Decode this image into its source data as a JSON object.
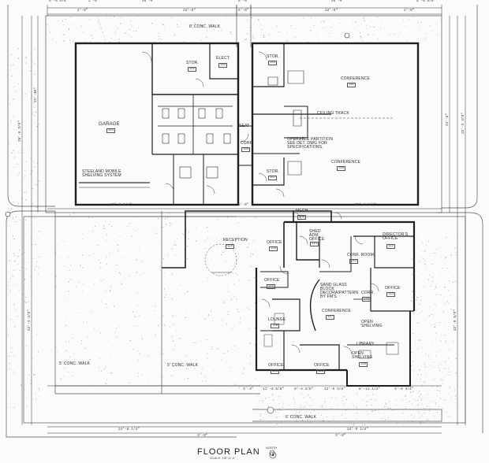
{
  "title": "FLOOR PLAN",
  "scale": "SCALE: 1/8\"=1'-0\"",
  "north": "NORTH",
  "rooms": {
    "garage": "GARAGE",
    "storage_top": "STOR.",
    "elect": "ELECT.",
    "storage_right": "STOR.",
    "storage_mid": "STOR.",
    "conference_top": "CONFERENCE",
    "conference_mid": "CONFERENCE",
    "conference_lower": "CONFERENCE",
    "ceiling_track": "CEILING TRACK",
    "partition_note": "OPERABLE PARTITION SEE DET. DWG FOR SPECIFICATIONS.",
    "corr_top": "CORR.",
    "seat": "SEAT",
    "shelving": "STEELAND MOBILE SHELVING SYSTEM",
    "mech": "MECH.",
    "reception": "RECEPTION",
    "shed": "SHED ADM OFFICE",
    "directors_office": "DIRECTOR'S OFFICE",
    "conf_room_small": "CONF. ROOM",
    "office_a": "OFFICE",
    "office_b": "OFFICE",
    "office_c": "OFFICE",
    "office_d": "OFFICE",
    "office_e": "OFFICE",
    "corr_right": "CORR.",
    "glass_note": "SAND GLASS BLOCK DECORA/PATTERN BY FM'S",
    "lounge": "LOUNGE",
    "open_shelving": "OPEN SHELVING",
    "library": "LIBRARY",
    "library_open": "OPEN SHELVING",
    "walk_top": "8' CONC. WALK",
    "walk_left": "5' CONC. WALK",
    "walk_mid": "5' CONC. WALK",
    "walk_bottom": "5' CONC. WALK"
  },
  "room_numbers": [
    "101",
    "102",
    "103",
    "104",
    "105",
    "106",
    "107",
    "108",
    "109",
    "110",
    "111",
    "112",
    "113",
    "114",
    "115",
    "116",
    "117",
    "118",
    "119",
    "120",
    "121",
    "122"
  ],
  "dimensions": {
    "top_a": "8'-6 5/8\"",
    "top_b": "2'-0\"",
    "top_c": "46'-0\"",
    "top_d": "8'-0\"",
    "top_e": "46'-0\"",
    "top_f": "8'-6 5/8\"",
    "top2_a": "2'-0\"",
    "top2_b": "22'-6\"",
    "top2_c": "6'-0\"",
    "top2_d": "22'-6\"",
    "top2_e": "2'-0\"",
    "mid_a": "22'-8 1/4\"",
    "mid_b": "8'-0\"",
    "mid_c": "22'-8 1/4\"",
    "bot_a": "3'-3\"",
    "bot_b": "11'-3 5/8\"",
    "bot_c": "9'-4 3/8\"",
    "bot_d": "12'-5 5/8\"",
    "bot_e": "8'-11 1/2\"",
    "bot_f": "3'-6 3/4\"",
    "bot2_a": "24'-8 1/4\"",
    "bot2_b": "24'-8 1/4\"",
    "bot3_a": "3'-0\"",
    "bot3_b": "3'-0\"",
    "left_a": "29'-6 3/8\"",
    "left_b": "52'-4 3/8\"",
    "left_c": "22'-10\"",
    "right_a": "24'-0\"",
    "right_b": "52'-8 5/8\"",
    "right_c": "25'-5 3/8\""
  },
  "colors": {
    "ink": "#1f1f1f",
    "wall": "#2a2a2a",
    "paper": "#fbfbfa",
    "speckle": "#9a9a9a"
  }
}
